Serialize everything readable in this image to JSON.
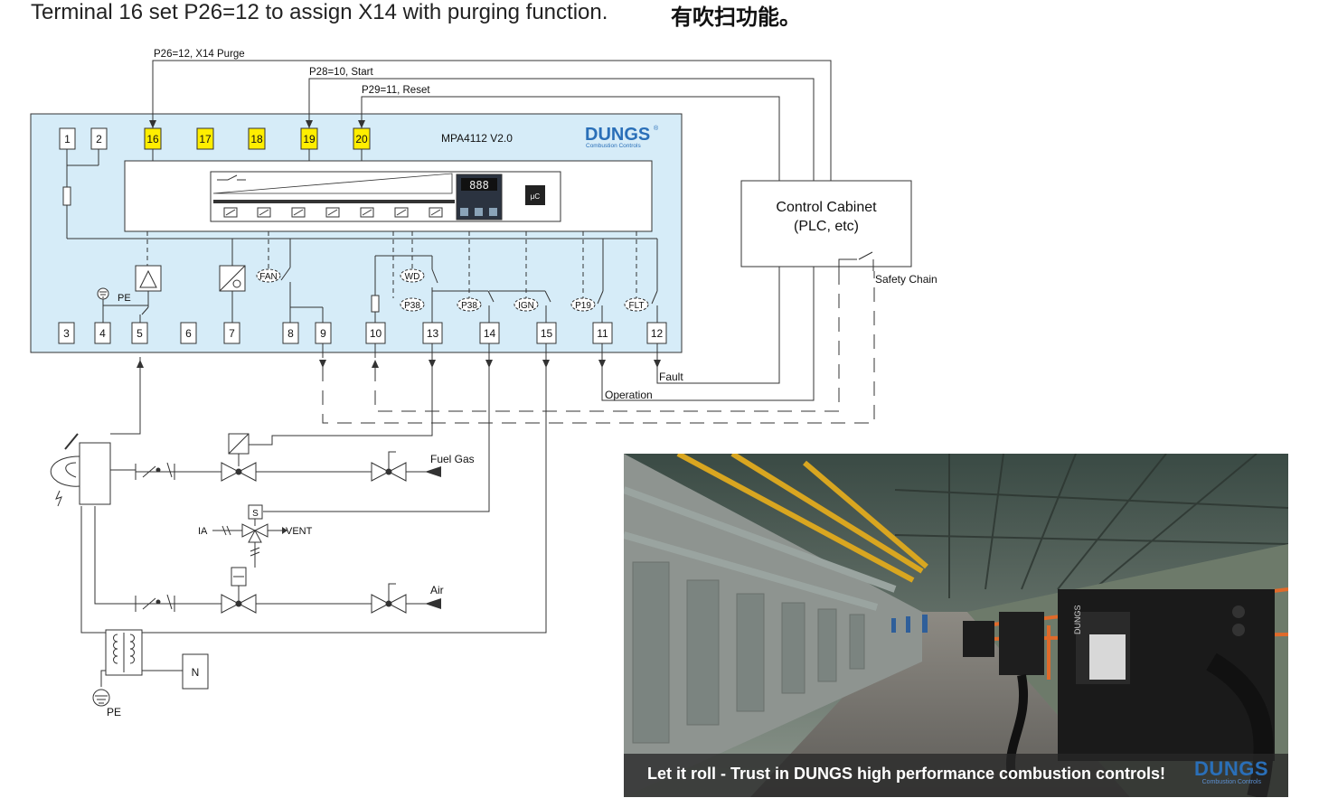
{
  "header": {
    "english": "Terminal 16 set P26=12 to assign X14 with purging function.",
    "chinese": "有吹扫功能。"
  },
  "device": {
    "model": "MPA4112 V2.0",
    "brand": "DUNGS",
    "brand_tagline": "Combustion Controls",
    "display_digits": "888",
    "mcu_label": "μC",
    "top_terminals": [
      "1",
      "2",
      "16",
      "17",
      "18",
      "19",
      "20"
    ],
    "bottom_terminals": [
      "3",
      "4",
      "5",
      "6",
      "7",
      "8",
      "9",
      "10",
      "13",
      "14",
      "15",
      "11",
      "12"
    ],
    "pe_label": "PE",
    "contact_labels": {
      "fan": "FAN",
      "wd": "WD",
      "p38a": "P38",
      "p38b": "P38",
      "ign": "IGN",
      "p19": "P19",
      "flt": "FLT"
    }
  },
  "signals": {
    "purge": "P26=12, X14 Purge",
    "start": "P28=10, Start",
    "reset": "P29=11, Reset",
    "fault": "Fault",
    "operation": "Operation"
  },
  "cabinet": {
    "line1": "Control Cabinet",
    "line2": "(PLC, etc)",
    "safety_chain": "Safety Chain"
  },
  "piping": {
    "fuel_gas": "Fuel Gas",
    "air": "Air",
    "ia": "IA",
    "vent": "VENT",
    "solenoid": "S",
    "neutral": "N",
    "pe": "PE"
  },
  "photo": {
    "caption": "Let it roll - Trust in DUNGS high  performance combustion controls!",
    "logo": "DUNGS",
    "logo_sub": "Combustion Controls",
    "unit_label": "DUNGS"
  },
  "colors": {
    "panel_fill": "#d6ecf8",
    "terminal_highlight": "#ffee00",
    "brand_blue": "#2a6fb8"
  }
}
